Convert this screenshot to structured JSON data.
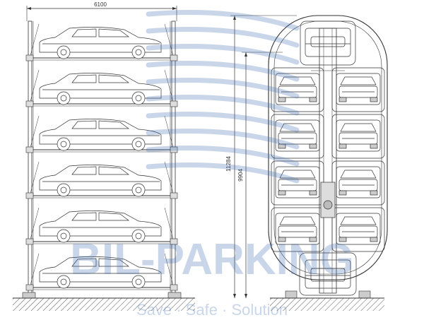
{
  "drawing": {
    "width_dim": "6100",
    "height_total_dim": "11284",
    "height_inner_dim": "9904"
  },
  "front_view": {
    "levels": 6
  },
  "side_view": {
    "pallets_per_column": 4,
    "columns": 2
  },
  "watermark": {
    "logo": "BIL-PARKING",
    "tagline": "Save · Safe · Solution",
    "color": "#3f6fb5"
  }
}
